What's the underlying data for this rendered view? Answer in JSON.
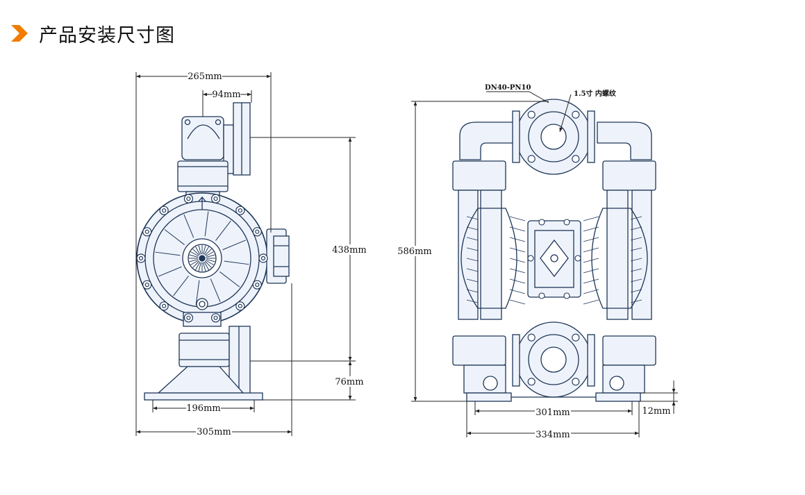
{
  "header": {
    "title": "产品安装尺寸图",
    "icon": "chevron-right-icon",
    "accent_color": "#f07c00"
  },
  "colors": {
    "outline": "#1d3557",
    "fill": "#eef3fb",
    "dim": "#222222"
  },
  "side_view": {
    "dims": {
      "overall_width_top": "265mm",
      "flange_width": "94mm",
      "height_flange_to_flange": "438mm",
      "base_height": "76mm",
      "base_hole_spacing": "196mm",
      "overall_width_bottom": "305mm"
    }
  },
  "front_view": {
    "flange_label": "DN40-PN10",
    "thread_label": "1.5寸 内螺纹",
    "dims": {
      "overall_height": "586mm",
      "hole_spacing": "301mm",
      "base_width": "334mm",
      "foot_thickness": "12mm"
    }
  }
}
